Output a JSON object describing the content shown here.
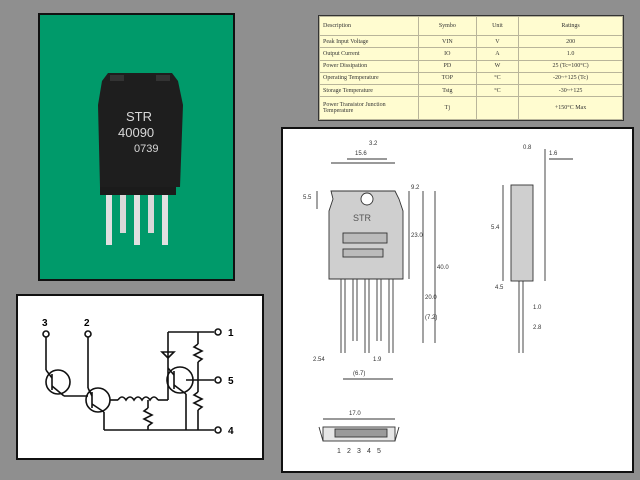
{
  "colors": {
    "background": "#8f8f8f",
    "photo_background": "#009a6a",
    "table_background": "#fffcd0"
  },
  "photo": {
    "marking_line1": "STR",
    "marking_line2": "40090",
    "marking_line3": "0739"
  },
  "spec_table": {
    "headers": [
      "Description",
      "Symbo",
      "Unit",
      "Ratings"
    ],
    "rows": [
      [
        "Peak Input Voltage",
        "VIN",
        "V",
        "200"
      ],
      [
        "Output Current",
        "IO",
        "A",
        "1.0"
      ],
      [
        "Power Dissipation",
        "PD",
        "W",
        "25 (Tc=100°C)"
      ],
      [
        "Operating Temperature",
        "TOP",
        "°C",
        "-20~+125 (Tc)"
      ],
      [
        "Storage Temperature",
        "Tstg",
        "°C",
        "-30~+125"
      ],
      [
        "Power Transistor Junction Temperature",
        "Tj",
        "",
        "+150°C Max"
      ]
    ]
  },
  "schematic": {
    "pins": [
      "3",
      "2",
      "1",
      "5",
      "4"
    ]
  },
  "mechanical": {
    "body_label": "STR",
    "pin_numbers": [
      "1",
      "2",
      "3",
      "4",
      "5"
    ],
    "dimensions": [
      "15.6",
      "3.2",
      "5.5",
      "9.2",
      "23.0",
      "40.0",
      "20.0",
      "(7.2)",
      "(6.7)",
      "1.6",
      "0.8",
      "2.54",
      "17.0",
      "5.4",
      "1.0",
      "4.5",
      "2.8",
      "1.9"
    ]
  }
}
